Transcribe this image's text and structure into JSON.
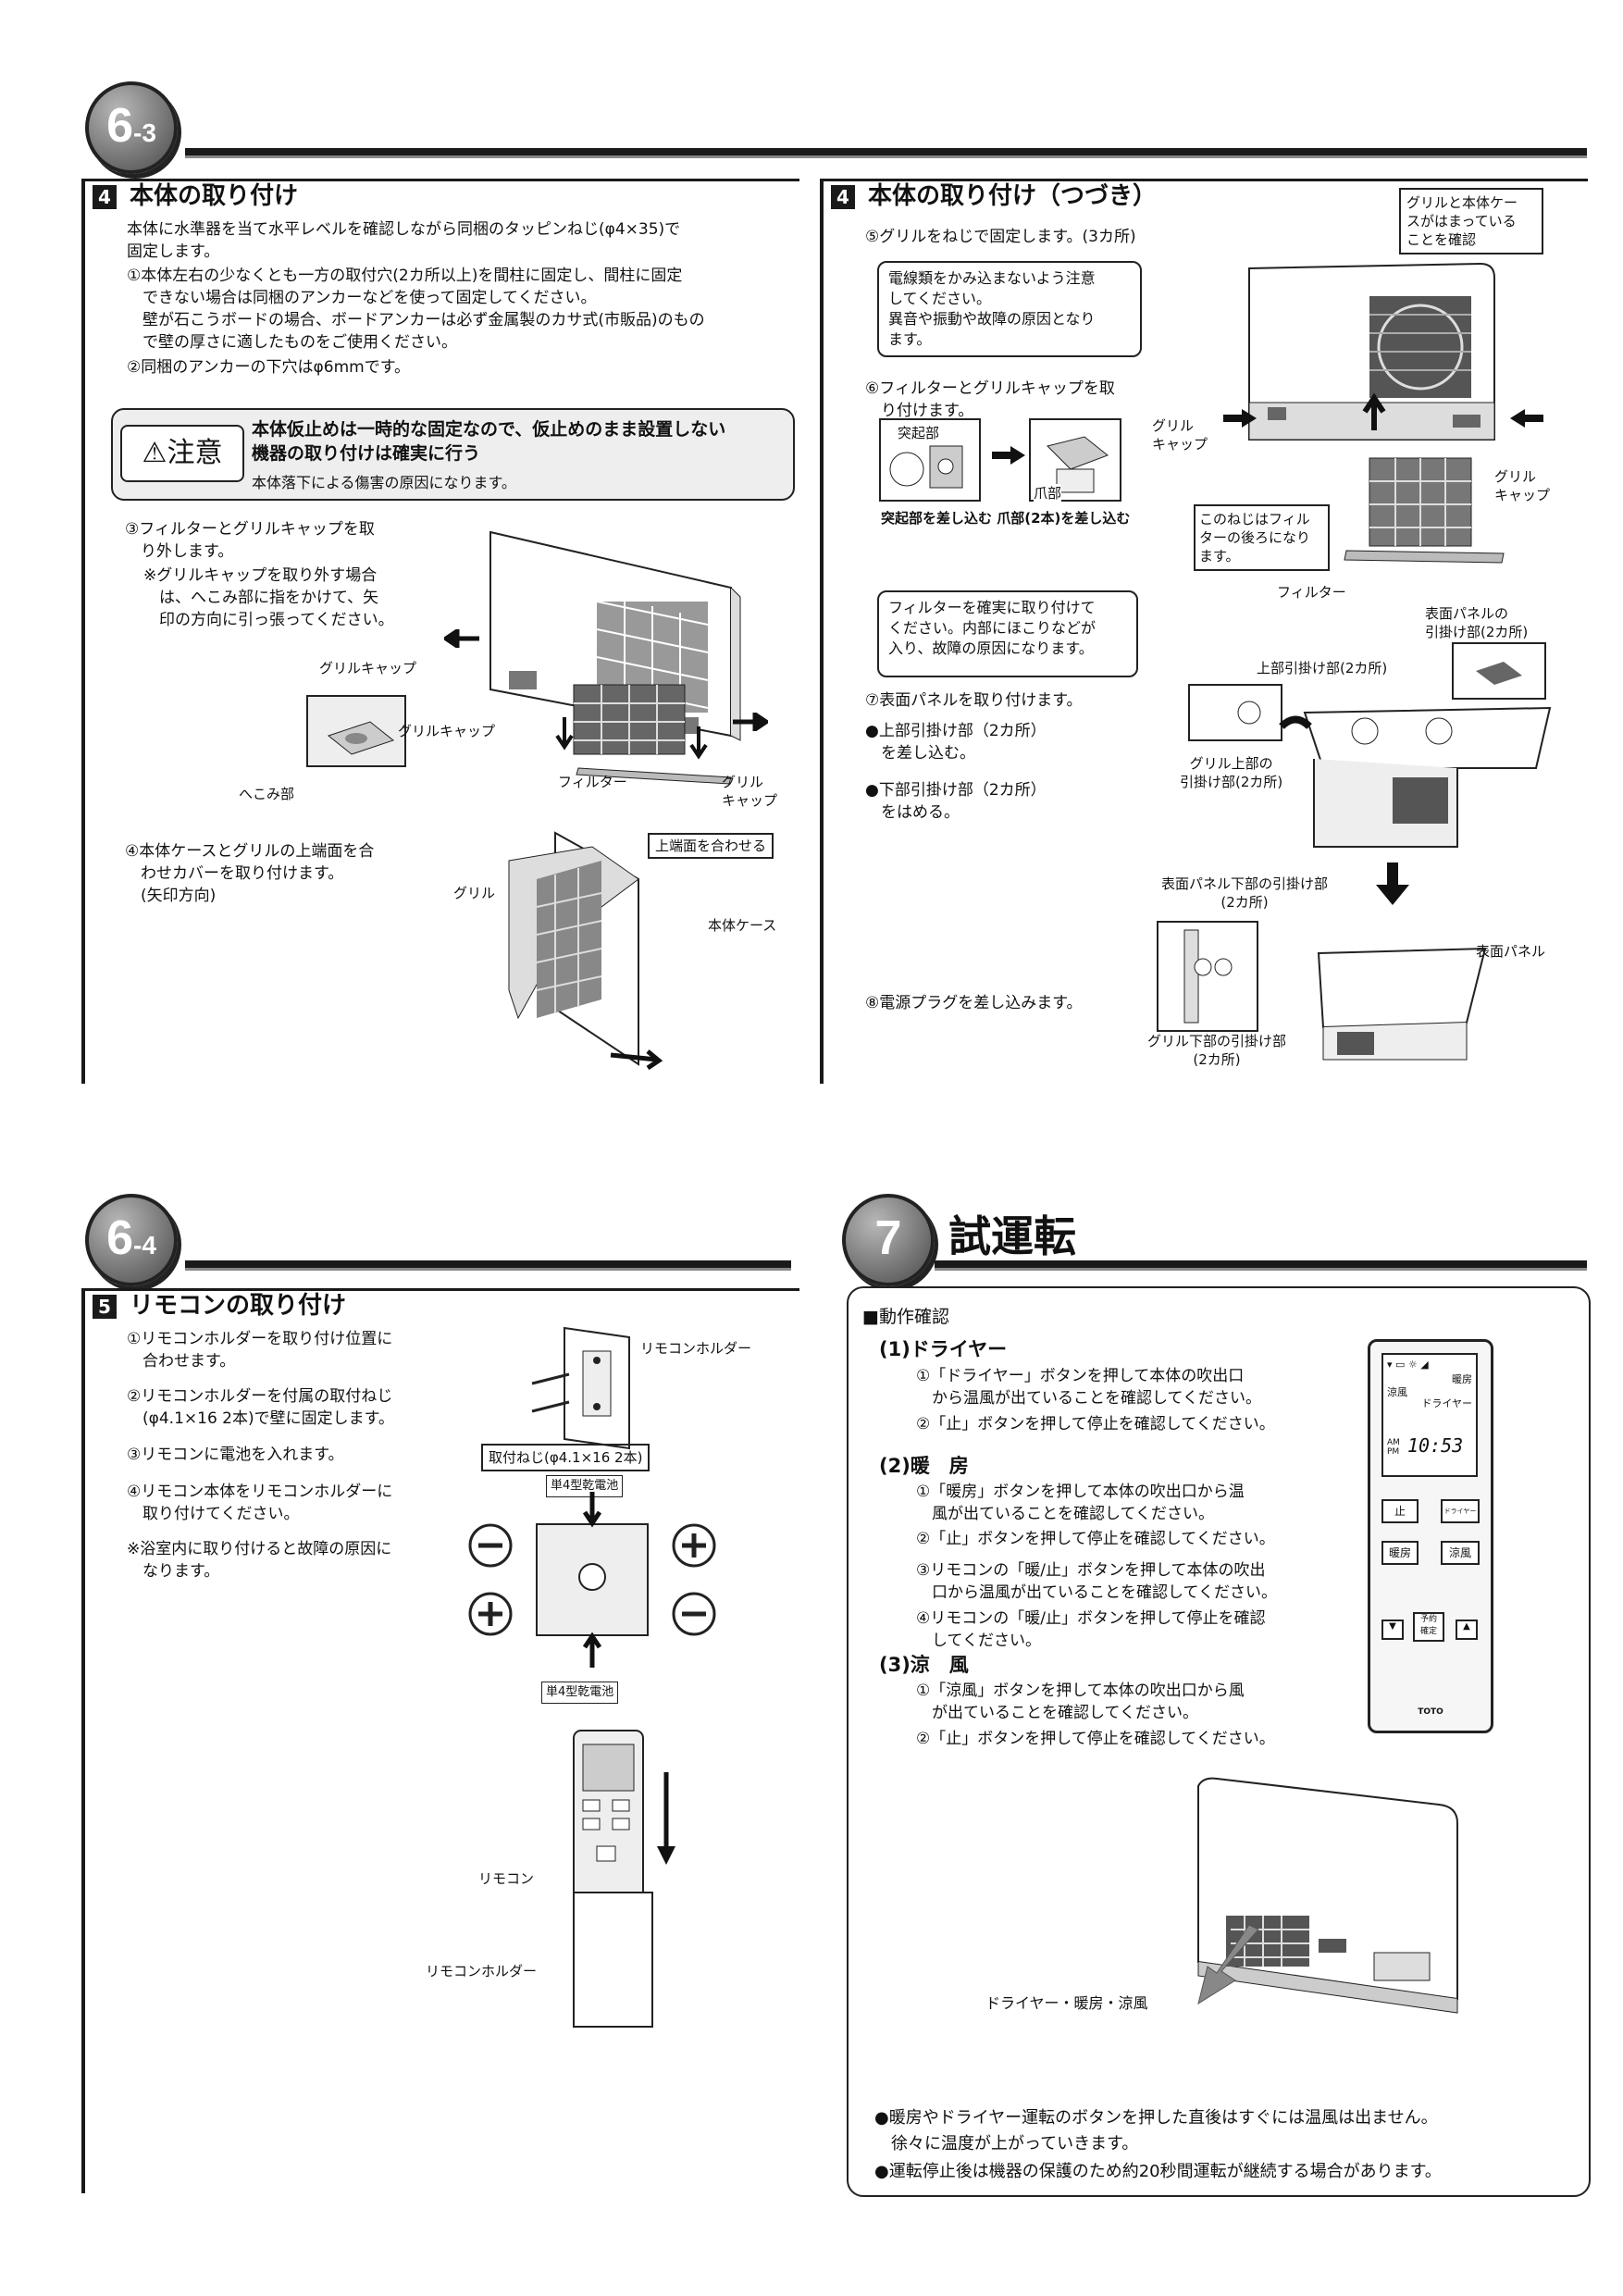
{
  "badges": {
    "b1_num": "6",
    "b1_sub": "-3",
    "b2_num": "6",
    "b2_sub": "-4",
    "b3_num": "7"
  },
  "s4": {
    "num": "4",
    "title": "本体の取り付け",
    "intro": "本体に水準器を当て水平レベルを確認しながら同梱のタッピンねじ(φ4×35)で\n固定します。",
    "step1": "①本体左右の少なくとも一方の取付穴(2カ所以上)を間柱に固定し、間柱に固定\n　できない場合は同梱のアンカーなどを使って固定してください。\n　壁が石こうボードの場合、ボードアンカーは必ず金属製のカサ式(市販品)のもの\n　で壁の厚さに適したものをご使用ください。",
    "step2": "②同梱のアンカーの下穴はφ6mmです。",
    "caution_label": "⚠注意",
    "caution_main": "本体仮止めは一時的な固定なので、仮止めのまま設置しない\n機器の取り付けは確実に行う",
    "caution_sub": "本体落下による傷害の原因になります。",
    "step3": "③フィルターとグリルキャップを取\n　り外します。",
    "step3_note": "※グリルキャップを取り外す場合\n　は、へこみ部に指をかけて、矢\n　印の方向に引っ張ってください。",
    "lbl_grille_cap1": "グリルキャップ",
    "lbl_grille_cap2": "グリルキャップ",
    "lbl_dent": "へこみ部",
    "lbl_filter": "フィルター",
    "lbl_grille_cap3": "グリル\nキャップ",
    "step4": "④本体ケースとグリルの上端面を合\n　わせカバーを取り付けます。\n　(矢印方向)",
    "lbl_top_align": "上端面を合わせる",
    "lbl_grille": "グリル",
    "lbl_case": "本体ケース"
  },
  "s4b": {
    "num": "4",
    "title": "本体の取り付け（つづき）",
    "step5": "⑤グリルをねじで固定します。(3カ所)",
    "note1": "電線類をかみ込まないよう注意\nしてください。\n異音や振動や故障の原因となり\nます。",
    "step6": "⑥フィルターとグリルキャップを取\n　り付けます。",
    "lbl_protrusion": "突起部",
    "lbl_claw": "爪部",
    "lbl_insert": "突起部を差し込む 爪部(2本)を差し込む",
    "lbl_check": "グリルと本体ケー\nスがはまっている\nことを確認",
    "lbl_grille_cap_l": "グリル\nキャップ",
    "lbl_grille_cap_r": "グリル\nキャップ",
    "lbl_screw_note": "このねじはフィル\nターの後ろになり\nます。",
    "lbl_filter": "フィルター",
    "note2": "フィルターを確実に取り付けて\nください。内部にほこりなどが\n入り、故障の原因になります。",
    "step7": "⑦表面パネルを取り付けます。",
    "step7_a": "●上部引掛け部（2カ所）\n　を差し込む。",
    "step7_b": "●下部引掛け部（2カ所）\n　をはめる。",
    "lbl_top_hook": "上部引掛け部(2カ所)",
    "lbl_panel_hook": "表面パネルの\n引掛け部(2カ所)",
    "lbl_grille_top_hook": "グリル上部の\n引掛け部(2カ所)",
    "lbl_panel_bottom_hook": "表面パネル下部の引掛け部\n(2カ所)",
    "lbl_panel": "表面パネル",
    "step8": "⑧電源プラグを差し込みます。",
    "lbl_grille_bottom_hook": "グリル下部の引掛け部\n(2カ所)"
  },
  "s5": {
    "num": "5",
    "title": "リモコンの取り付け",
    "step1": "①リモコンホルダーを取り付け位置に\n　合わせます。",
    "step2": "②リモコンホルダーを付属の取付ねじ\n　(φ4.1×16 2本)で壁に固定します。",
    "step3": "③リモコンに電池を入れます。",
    "step4": "④リモコン本体をリモコンホルダーに\n　取り付けてください。",
    "note": "※浴室内に取り付けると故障の原因に\n　なります。",
    "lbl_holder1": "リモコンホルダー",
    "lbl_screw": "取付ねじ(φ4.1×16 2本)",
    "lbl_battery1": "単4型乾電池",
    "lbl_battery2": "単4型乾電池",
    "lbl_remote": "リモコン",
    "lbl_holder2": "リモコンホルダー"
  },
  "s7": {
    "title": "試運転",
    "check": "■動作確認",
    "d_title": "(1)ドライヤー",
    "d1": "①「ドライヤー」ボタンを押して本体の吹出口\n　から温風が出ていることを確認してください。",
    "d2": "②「止」ボタンを押して停止を確認してください。",
    "h_title": "(2)暖　房",
    "h1": "①「暖房」ボタンを押して本体の吹出口から温\n　風が出ていることを確認してください。",
    "h2": "②「止」ボタンを押して停止を確認してください。",
    "h3": "③リモコンの「暖/止」ボタンを押して本体の吹出\n　口から温風が出ていることを確認してください。",
    "h4": "④リモコンの「暖/止」ボタンを押して停止を確認\n　してください。",
    "c_title": "(3)涼　風",
    "c1": "①「涼風」ボタンを押して本体の吹出口から風\n　が出ていることを確認してください。",
    "c2": "②「止」ボタンを押して停止を確認してください。",
    "lbl_flow": "ドライヤー・暖房・涼風",
    "note1": "●暖房やドライヤー運転のボタンを押した直後はすぐには温風は出ません。\n　徐々に温度が上がっていきます。",
    "note2": "●運転停止後は機器の保護のため約20秒間運転が継続する場合があります。",
    "remote": {
      "mode_heat": "暖房",
      "mode_cool": "涼風",
      "mode_dry": "ドライヤー",
      "time_ampm": "AM\nPM",
      "time": "10:53",
      "btn_stop": "止",
      "btn_dryer": "ドライヤー",
      "btn_heat": "暖房",
      "btn_cool": "涼風",
      "btn_timer": "予約\n確定",
      "brand": "TOTO"
    }
  }
}
